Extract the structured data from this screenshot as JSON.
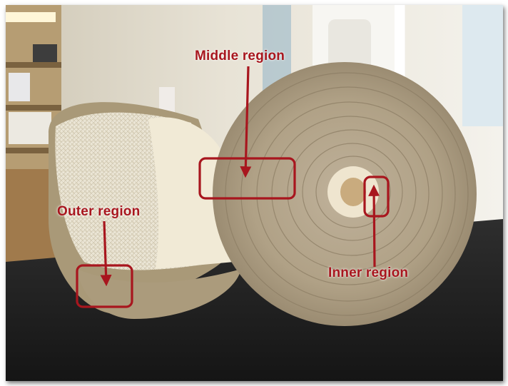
{
  "annotations": {
    "middle_label": "Middle region",
    "outer_label": "Outer region",
    "inner_label": "Inner region"
  },
  "colors": {
    "annotation": "#a8161e"
  }
}
